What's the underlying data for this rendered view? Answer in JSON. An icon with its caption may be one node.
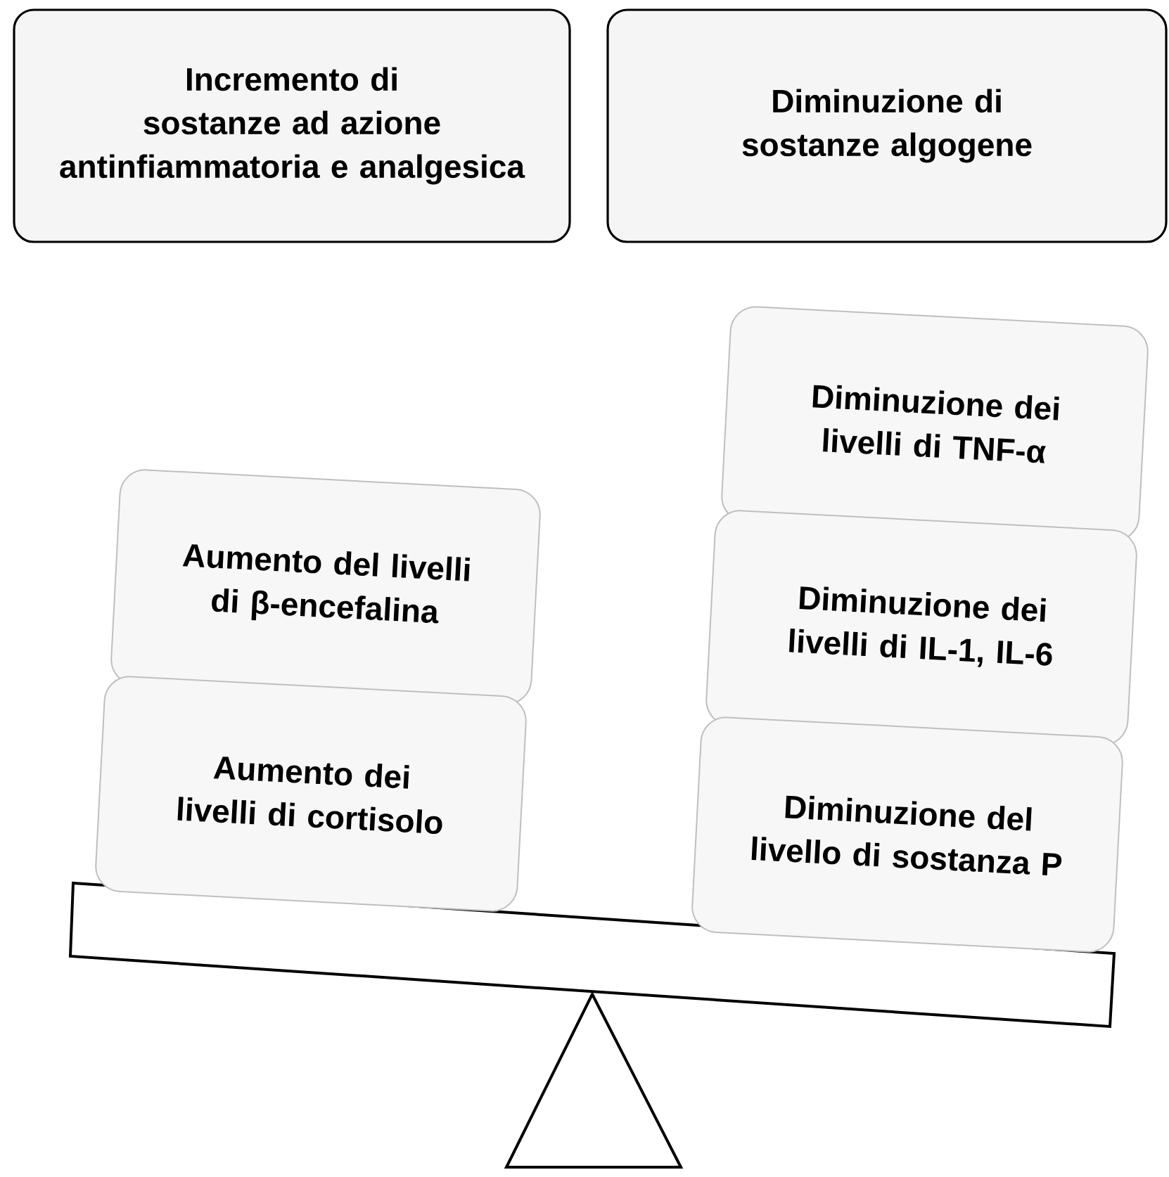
{
  "diagram": {
    "nodes": [
      {
        "text": [
          "Incremento di sostanze ad azione antinfiammatoria e analgesica"
        ]
      },
      {
        "text": [
          "Diminuzione di sostanze algogene"
        ]
      },
      {
        "text": [
          "Diminuzione dei livelli di TNF-α"
        ]
      },
      {
        "text": [
          "Aumento del livelli di β-encefalina"
        ]
      },
      {
        "text": [
          "Diminuzione dei livelli di IL-1, IL-6"
        ]
      },
      {
        "text": [
          "Aumento dei livelli di cortisolo"
        ]
      },
      {
        "text": [
          "Diminuzione del livello di sostanza P"
        ]
      }
    ]
  }
}
